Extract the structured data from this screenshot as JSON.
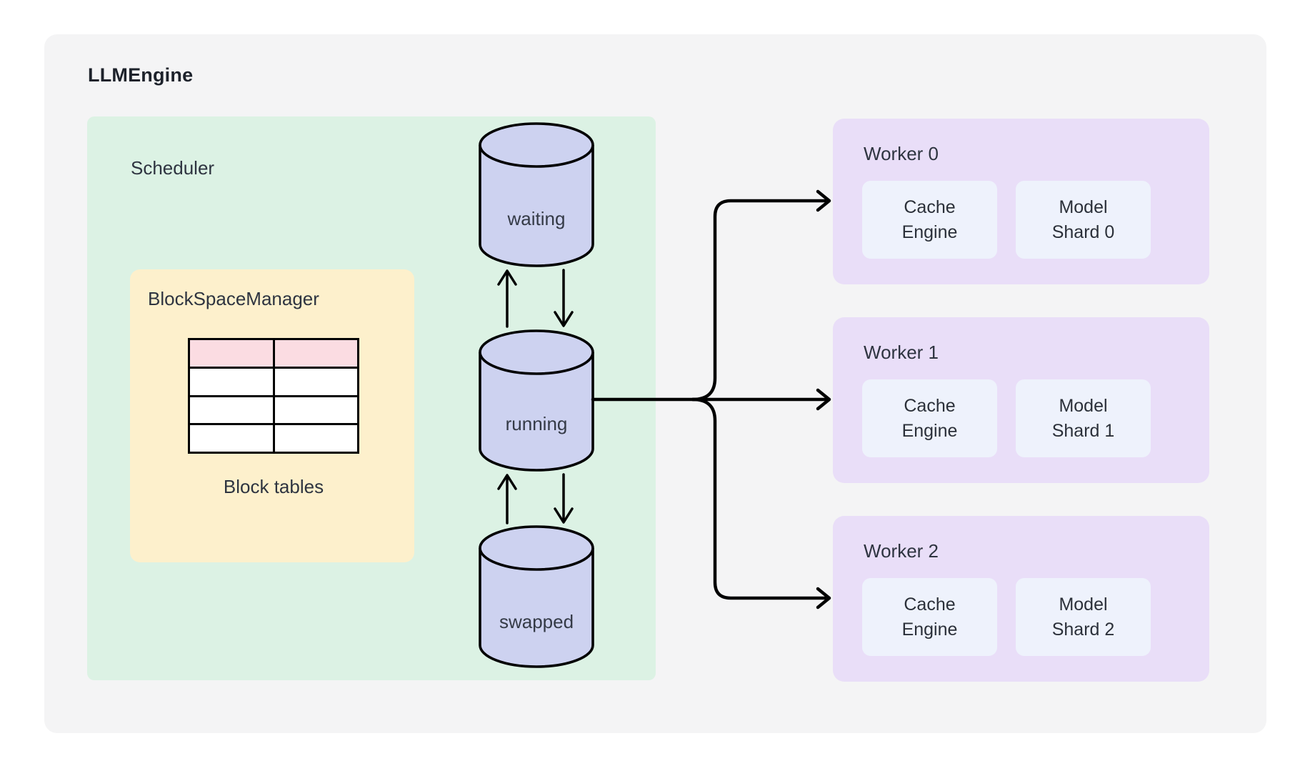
{
  "title": "LLMEngine",
  "scheduler": {
    "label": "Scheduler",
    "block_space_manager": {
      "label": "BlockSpaceManager",
      "caption": "Block tables",
      "table": {
        "rows": 4,
        "columns": 2,
        "highlighted_row": 1
      }
    },
    "queues": {
      "waiting": "waiting",
      "running": "running",
      "swapped": "swapped"
    }
  },
  "workers": [
    {
      "label": "Worker 0",
      "cache_engine": "Cache\nEngine",
      "model_shard": "Model\nShard 0"
    },
    {
      "label": "Worker 1",
      "cache_engine": "Cache\nEngine",
      "model_shard": "Model\nShard 1"
    },
    {
      "label": "Worker 2",
      "cache_engine": "Cache\nEngine",
      "model_shard": "Model\nShard 2"
    }
  ],
  "colors": {
    "container": "#f4f4f5",
    "scheduler-green": "#dcf2e4",
    "bsm-yellow": "#fdf0cc",
    "table-pink": "#fbdce2",
    "cylinder-fill": "#cdd2f0",
    "worker-purple": "#e9def8",
    "inner-box": "#eef2fc",
    "line": "#000000",
    "ink": "#1d222b",
    "text": "#2e3440"
  }
}
